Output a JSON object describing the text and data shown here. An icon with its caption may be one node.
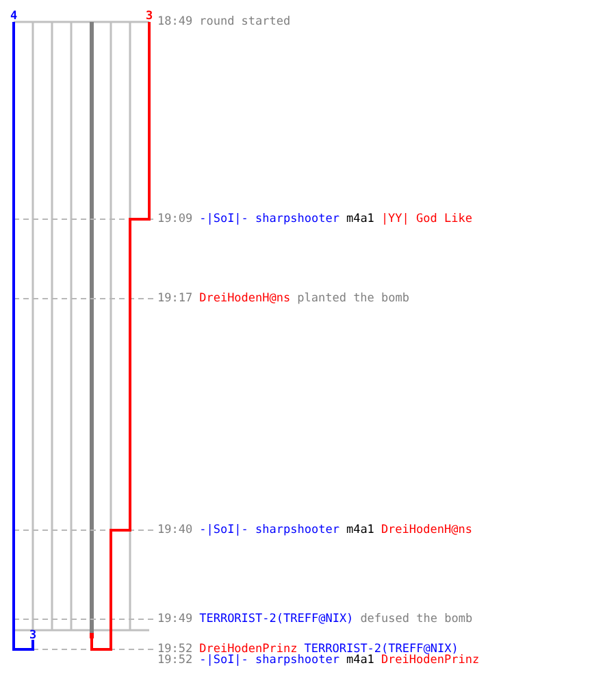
{
  "diagram": {
    "labels": [
      "4",
      "3",
      "18:49",
      "round started",
      "19:09",
      "-|SoI|- sharpshooter",
      "m4a1",
      "|YY| God Like",
      "19:17",
      "DreiHodenH@ns",
      "planted the bomb",
      "19:40",
      "-|SoI|- sharpshooter",
      "m4a1",
      "DreiHodenH@ns",
      "19:49",
      "TERRORIST-2(TREFF@NIX)",
      "defused the bomb",
      "3",
      "19:52",
      "DreiHodenPrinz",
      "TERRORIST-2(TREFF@NIX)",
      "19:52",
      "-|SoI|- sharpshooter",
      "m4a1",
      "DreiHodenPrinz"
    ]
  }
}
